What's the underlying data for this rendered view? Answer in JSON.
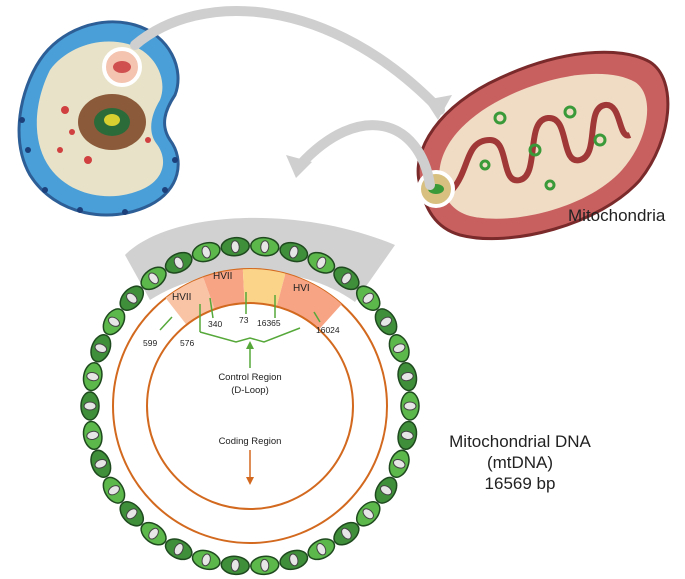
{
  "labels": {
    "mitochondria": "Mitochondria",
    "mtdna_title": "Mitochondrial DNA",
    "mtdna_abbrev": "(mtDNA)",
    "mtdna_size": "16569 bp"
  },
  "regions": {
    "hvii_left": "HVII",
    "hvii_mid": "HVII",
    "hvi": "HVI"
  },
  "positions": {
    "p599": "599",
    "p576": "576",
    "p340": "340",
    "p73": "73",
    "p16365": "16365",
    "p16024": "16024"
  },
  "inner": {
    "control_region": "Control Region",
    "d_loop": "(D-Loop)",
    "coding_region": "Coding Region"
  },
  "colors": {
    "ring": "#d2691e",
    "hv_segment": "#f5a486",
    "hv_light": "#fad0b8",
    "yellow": "#fbd48a",
    "arrow_grey": "#bcbcbc",
    "green_line": "#56a83a",
    "cell_blue": "#4aa0d8",
    "mito_red": "#c25858"
  }
}
